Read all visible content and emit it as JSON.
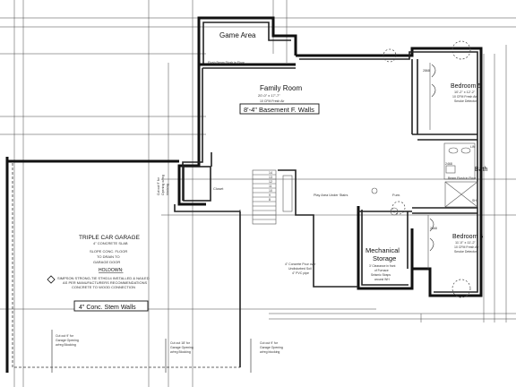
{
  "rooms": {
    "game_area": "Game Area",
    "family_room": "Family Room",
    "family_room_dims": "20'-0\" x 17'-7\"",
    "family_room_note": "10 CFM Fresh Air",
    "bedroom5": "Bedroom 5",
    "bedroom5_dims": "10'-2\" x 12'-2\"",
    "bedroom5_note1": "10 CFM Fresh Air",
    "bedroom5_note2": "Smoke Detector",
    "bedroom6": "Bedroom 6",
    "bedroom6_dims": "11'-0\" x 11'-2\"",
    "bedroom6_note1": "10 CFM Fresh Air",
    "bedroom6_note2": "Smoke Detector",
    "bath": "Bath",
    "mechanical": "Mechanical",
    "storage": "Storage",
    "closet": "Closet",
    "furn": "Furn.",
    "play_area": "Play Area Under Stairs",
    "garage": "TRIPLE CAR GARAGE",
    "garage_slab": "4\" CONCRETE SLAB",
    "garage_slope1": "SLOPE CONC. FLOOR",
    "garage_slope2": "TO DRAIN TO",
    "garage_slope3": "GARAGE DOOR",
    "holdown": "HOLDOWN:",
    "holdown_text1": "SIMPSON STRONG-TIE STHD14 INSTALLED & NAILED",
    "holdown_text2": "AS PER MANUFACTURERS RECOMMENDATIONS",
    "holdown_text3": "CONCRETE TO WOOD CONNECTION"
  },
  "callouts": {
    "basement_walls": "8'-4\" Basement F. Walls",
    "stem_walls": "4\" Conc. Stem Walls",
    "beam_flush": "Flush Beam Flush in Floor",
    "bath_beam": "Beam Flush in Floor",
    "mech_note1": "3' Clearance in front",
    "mech_note2": "of Furnace",
    "mech_note3": "Seismic Straps",
    "mech_note4": "around WH",
    "conc_pour1": "4\" Concrete Pour over",
    "conc_pour2": "Undisturbed Soil",
    "conc_pour3": "4\" PVC pipe",
    "cut_out_1a": "Cut out 9' for",
    "cut_out_1b": "Garage Opening",
    "cut_out_1c": "w/reg Blocking",
    "cut_out_2a": "Cut out 18' for",
    "cut_out_2b": "Garage Opening",
    "cut_out_2c": "w/reg Blocking",
    "cut_out_3a": "Cut out 9' for",
    "cut_out_3b": "Garage Opening",
    "cut_out_3c": "w/reg blocking",
    "cut_out_side1": "Cut out 9' for",
    "cut_out_side2": "Opening w/reg",
    "cut_out_side3": "blocking",
    "tag_2868": "2868",
    "tag_2668": "2668",
    "tag_2468": "2468",
    "tag_lin": "LIN",
    "tag_sh": "SH"
  },
  "stair_numbers": [
    "1",
    "2",
    "3",
    "4",
    "5",
    "6",
    "7",
    "8",
    "9",
    "10",
    "11",
    "12",
    "13",
    "14"
  ]
}
